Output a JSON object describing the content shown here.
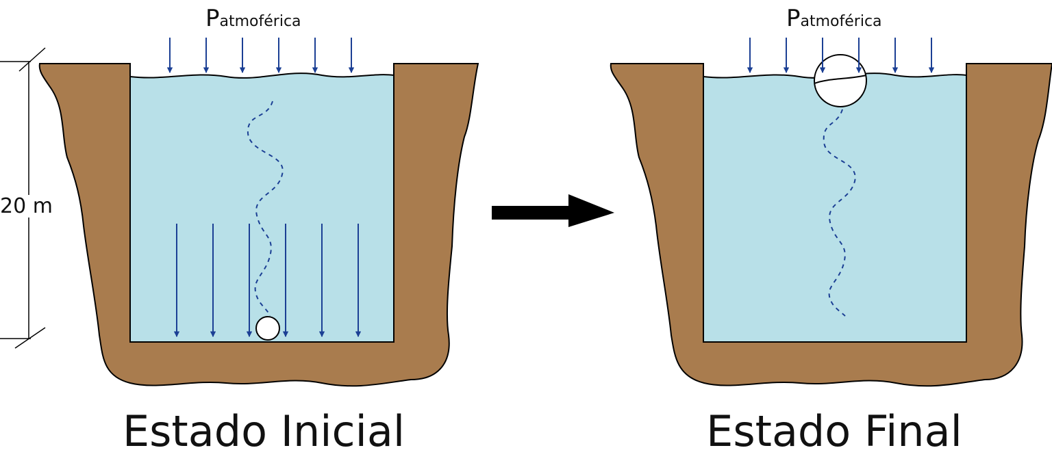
{
  "initial": {
    "pressure_label_main": "P",
    "pressure_label_sub": "atmoférica",
    "depth_label": "20 m",
    "state_title": "Estado Inicial"
  },
  "final": {
    "pressure_label_main": "P",
    "pressure_label_sub": "atmoférica",
    "state_title": "Estado Final"
  },
  "colors": {
    "soil": "#a97c4e",
    "water": "#b8e0e8",
    "arrow": "#1b3f94",
    "outline": "#000000"
  },
  "icons": {
    "transition": "right-arrow-icon",
    "bubble": "bubble-icon"
  }
}
